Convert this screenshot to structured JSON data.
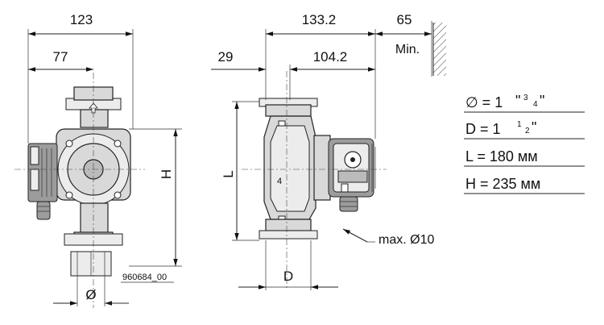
{
  "dimensions": {
    "width_total": "123",
    "width_left": "77",
    "side_total": "133.2",
    "side_offset": "29",
    "side_right": "104.2",
    "wall_clearance": "65",
    "wall_clearance_note": "Min.",
    "height_h": "H",
    "length_l": "L",
    "diameter_d": "D",
    "diameter_symbol": "Ø",
    "max_note": "max. Ø10"
  },
  "drawing_code": "960684_00",
  "specs": {
    "dia_label": "∅ = 1",
    "dia_frac_num": "3",
    "dia_frac_den": "4",
    "dia_open_quote": "\"",
    "dia_close_quote": "\"",
    "d_label": "D = 1",
    "d_frac_num": "1",
    "d_frac_den": "2",
    "d_close_quote": "\"",
    "l_value": "L  = 180 мм",
    "h_value": "H = 235 мм"
  }
}
